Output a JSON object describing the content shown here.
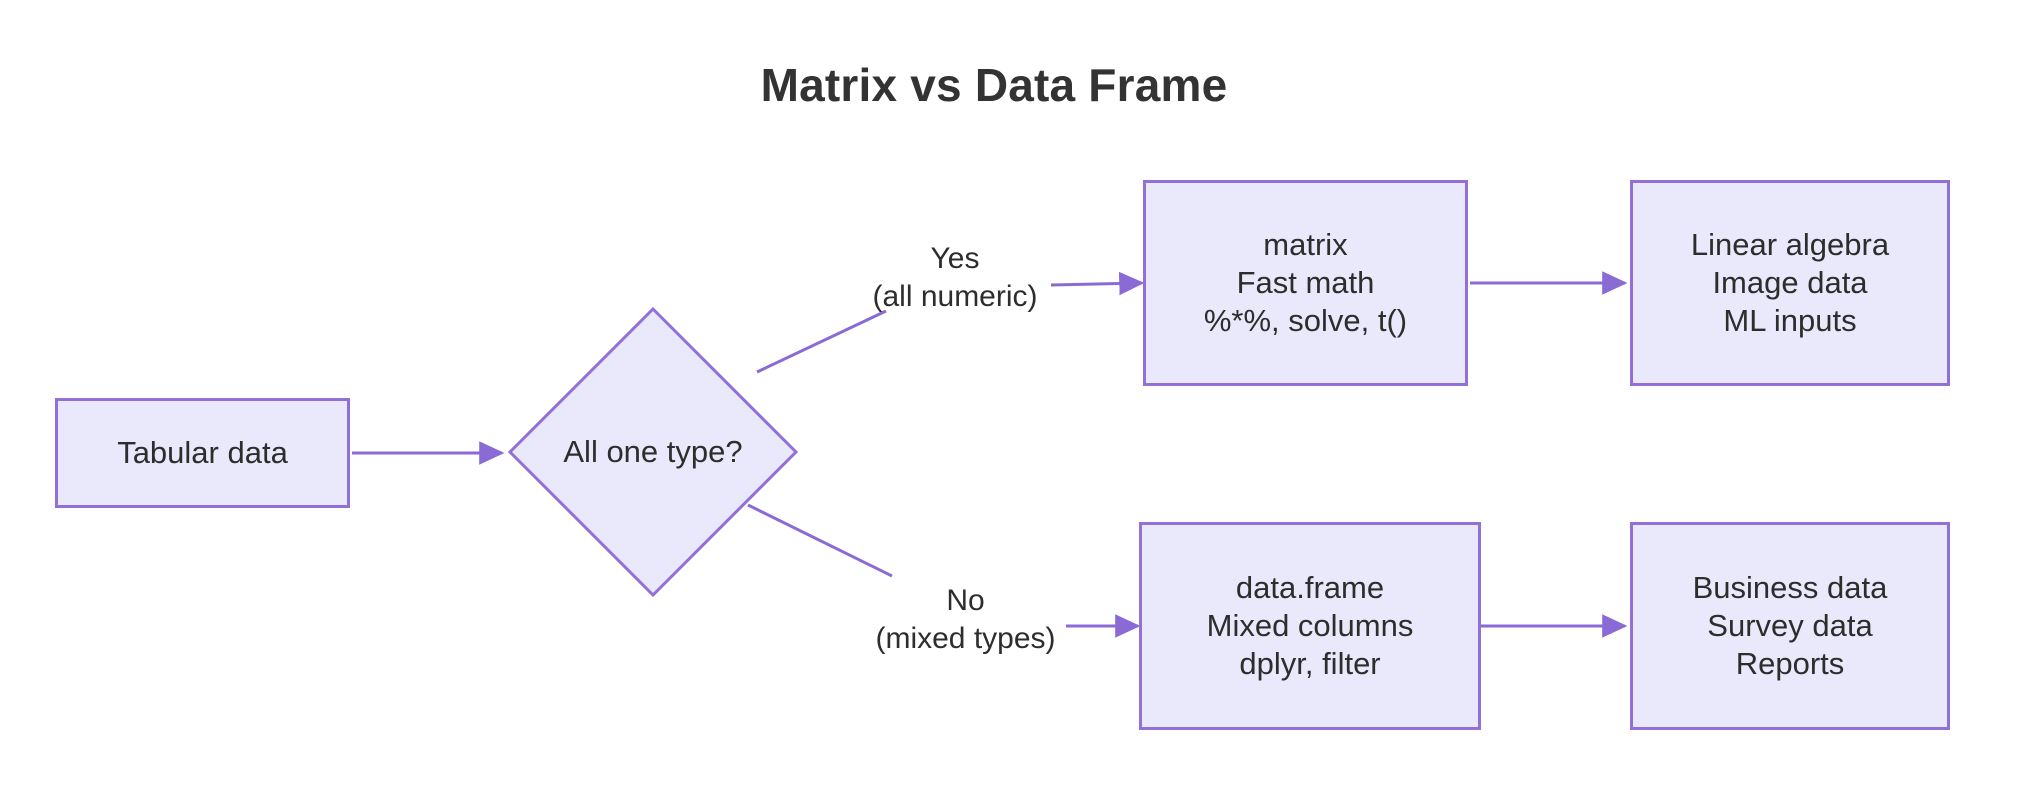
{
  "title": "Matrix vs Data Frame",
  "theme": {
    "node_fill": "#e9e9fb",
    "node_border": "#9370d8",
    "edge_stroke": "#8a6ad4",
    "text": "#2d2d2d",
    "title_color": "#333333",
    "background": "#ffffff"
  },
  "nodes": {
    "start": {
      "label": "Tabular data",
      "lines": [
        "Tabular data"
      ]
    },
    "decision": {
      "label": "All one type?"
    },
    "matrix": {
      "lines": [
        "matrix",
        "Fast math",
        "%*%, solve, t()"
      ]
    },
    "matrix_uses": {
      "lines": [
        "Linear algebra",
        "Image data",
        "ML inputs"
      ]
    },
    "dataframe": {
      "lines": [
        "data.frame",
        "Mixed columns",
        "dplyr, filter"
      ]
    },
    "dataframe_uses": {
      "lines": [
        "Business data",
        "Survey data",
        "Reports"
      ]
    }
  },
  "edge_labels": {
    "yes": {
      "lines": [
        "Yes",
        "(all numeric)"
      ]
    },
    "no": {
      "lines": [
        "No",
        "(mixed types)"
      ]
    }
  },
  "chart_data": {
    "type": "flowchart",
    "title": "Matrix vs Data Frame",
    "nodes": [
      {
        "id": "start",
        "shape": "rect",
        "text": "Tabular data"
      },
      {
        "id": "decision",
        "shape": "diamond",
        "text": "All one type?"
      },
      {
        "id": "matrix",
        "shape": "rect",
        "text": "matrix\nFast math\n%*%, solve, t()"
      },
      {
        "id": "matrix_uses",
        "shape": "rect",
        "text": "Linear algebra\nImage data\nML inputs"
      },
      {
        "id": "dataframe",
        "shape": "rect",
        "text": "data.frame\nMixed columns\ndplyr, filter"
      },
      {
        "id": "dataframe_uses",
        "shape": "rect",
        "text": "Business data\nSurvey data\nReports"
      }
    ],
    "edges": [
      {
        "from": "start",
        "to": "decision",
        "label": ""
      },
      {
        "from": "decision",
        "to": "matrix",
        "label": "Yes (all numeric)"
      },
      {
        "from": "matrix",
        "to": "matrix_uses",
        "label": ""
      },
      {
        "from": "decision",
        "to": "dataframe",
        "label": "No (mixed types)"
      },
      {
        "from": "dataframe",
        "to": "dataframe_uses",
        "label": ""
      }
    ]
  }
}
